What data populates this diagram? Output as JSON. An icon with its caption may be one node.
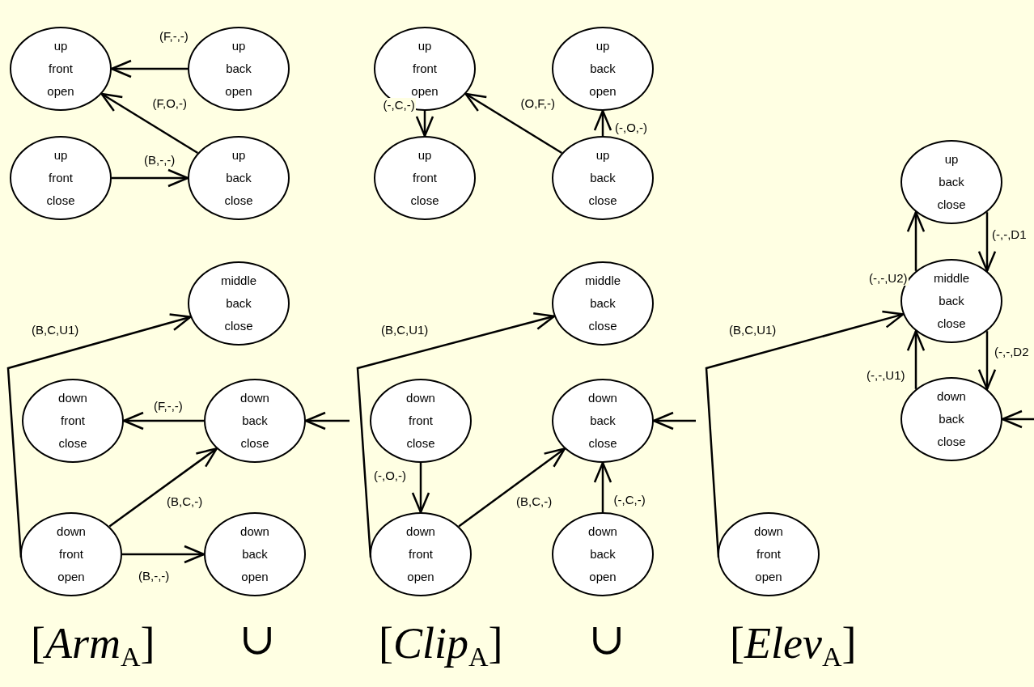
{
  "diagram": {
    "nodes": [
      {
        "text": [
          "up front open"
        ]
      },
      {
        "text": [
          "up back open"
        ]
      },
      {
        "text": [
          "up front close"
        ]
      },
      {
        "text": [
          "up back close"
        ]
      },
      {
        "text": [
          "middle back close"
        ]
      },
      {
        "text": [
          "down front close"
        ]
      },
      {
        "text": [
          "down back close"
        ]
      },
      {
        "text": [
          "down front open"
        ]
      },
      {
        "text": [
          "down back open"
        ]
      },
      {
        "text": [
          "up front open"
        ]
      },
      {
        "text": [
          "up back open"
        ]
      },
      {
        "text": [
          "up front close"
        ]
      },
      {
        "text": [
          "up back close"
        ]
      },
      {
        "text": [
          "middle back close"
        ]
      },
      {
        "text": [
          "down front close"
        ]
      },
      {
        "text": [
          "down back close"
        ]
      },
      {
        "text": [
          "down front open"
        ]
      },
      {
        "text": [
          "down back open"
        ]
      },
      {
        "text": [
          "up back close"
        ]
      },
      {
        "text": [
          "middle back close"
        ]
      },
      {
        "text": [
          "down back close"
        ]
      },
      {
        "text": [
          "down front open"
        ]
      }
    ],
    "edges": [
      {
        "from": 1,
        "to": 0,
        "arrow": "to",
        "label": "(F,-,-)"
      },
      {
        "from": 3,
        "to": 0,
        "arrow": "to",
        "label": "(F,O,-)"
      },
      {
        "from": 2,
        "to": 3,
        "arrow": "to",
        "label": "(B,-,-)"
      },
      {
        "from": 7,
        "to": 4,
        "arrow": "to",
        "label": "(B,C,U1)"
      },
      {
        "from": 6,
        "to": 5,
        "arrow": "to",
        "label": "(F,-,-)"
      },
      {
        "from": 7,
        "to": 6,
        "arrow": "to",
        "label": "(B,C,-)"
      },
      {
        "from": 7,
        "to": 8,
        "arrow": "to",
        "label": "(B,-,-)"
      },
      {
        "from": null,
        "to": 6,
        "arrow": "to"
      },
      {
        "from": 9,
        "to": 11,
        "arrow": "to",
        "label": "(-,C,-)"
      },
      {
        "from": 12,
        "to": 9,
        "arrow": "to",
        "label": "(O,F,-)"
      },
      {
        "from": 12,
        "to": 10,
        "arrow": "to",
        "label": "(-,O,-)"
      },
      {
        "from": 16,
        "to": 13,
        "arrow": "to",
        "label": "(B,C,U1)"
      },
      {
        "from": 14,
        "to": 16,
        "arrow": "to",
        "label": "(-,O,-)"
      },
      {
        "from": 16,
        "to": 15,
        "arrow": "to",
        "label": "(B,C,-)"
      },
      {
        "from": 17,
        "to": 15,
        "arrow": "to",
        "label": "(-,C,-)"
      },
      {
        "from": null,
        "to": 15,
        "arrow": "to"
      },
      {
        "from": 19,
        "to": 18,
        "arrow": "to",
        "label": "(-,-,U2)"
      },
      {
        "from": 18,
        "to": 19,
        "arrow": "to",
        "label": "(-,-,D1"
      },
      {
        "from": 20,
        "to": 19,
        "arrow": "to",
        "label": "(-,-,U1)"
      },
      {
        "from": 19,
        "to": 20,
        "arrow": "to",
        "label": "(-,-,D2"
      },
      {
        "from": 21,
        "to": 19,
        "arrow": "to",
        "label": "(B,C,U1)"
      },
      {
        "from": null,
        "to": 20,
        "arrow": "to"
      }
    ],
    "labels": [
      "[*Arm*$_{A}$]",
      "∪",
      "[*Clip*$_{A}$]",
      "∪",
      "[*Elev*$_{A}$]"
    ]
  }
}
